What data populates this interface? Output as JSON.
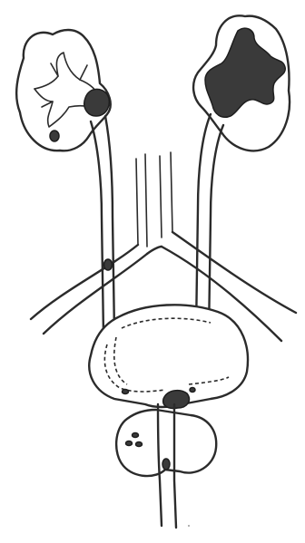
{
  "figure": {
    "structures": [
      "right-kidney",
      "left-kidney",
      "right-ureter",
      "left-ureter",
      "great-vessels",
      "iliac-vessels",
      "urinary-bladder",
      "prostate",
      "urethra"
    ],
    "stone_color": "#3a3a3a",
    "line_color": "#2b2b2b",
    "background": "#ffffff"
  }
}
